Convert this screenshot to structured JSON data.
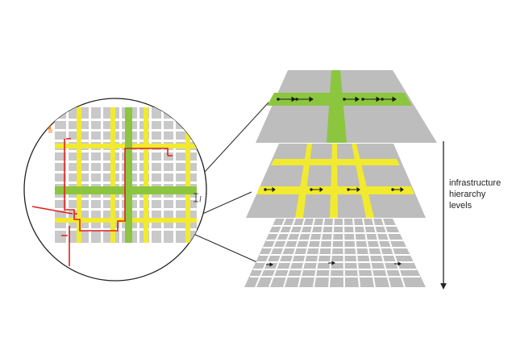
{
  "figure": {
    "hierarchy_label": [
      "infrastructure",
      "hierarchy",
      "levels"
    ],
    "length_symbol": "l",
    "colors": {
      "road_gray": "#c9c9c9",
      "grid_line": "#ffffff",
      "plane_gray": "#bdbdbd",
      "highway_green": "#8cc63f",
      "arterial_yellow": "#f2ea2e",
      "route_red": "#e0201b",
      "marker_orange": "#f0832b",
      "arrow_dark": "#1a1a1a"
    },
    "icons": [
      "double-arrow-icon",
      "down-arrow-icon"
    ]
  }
}
